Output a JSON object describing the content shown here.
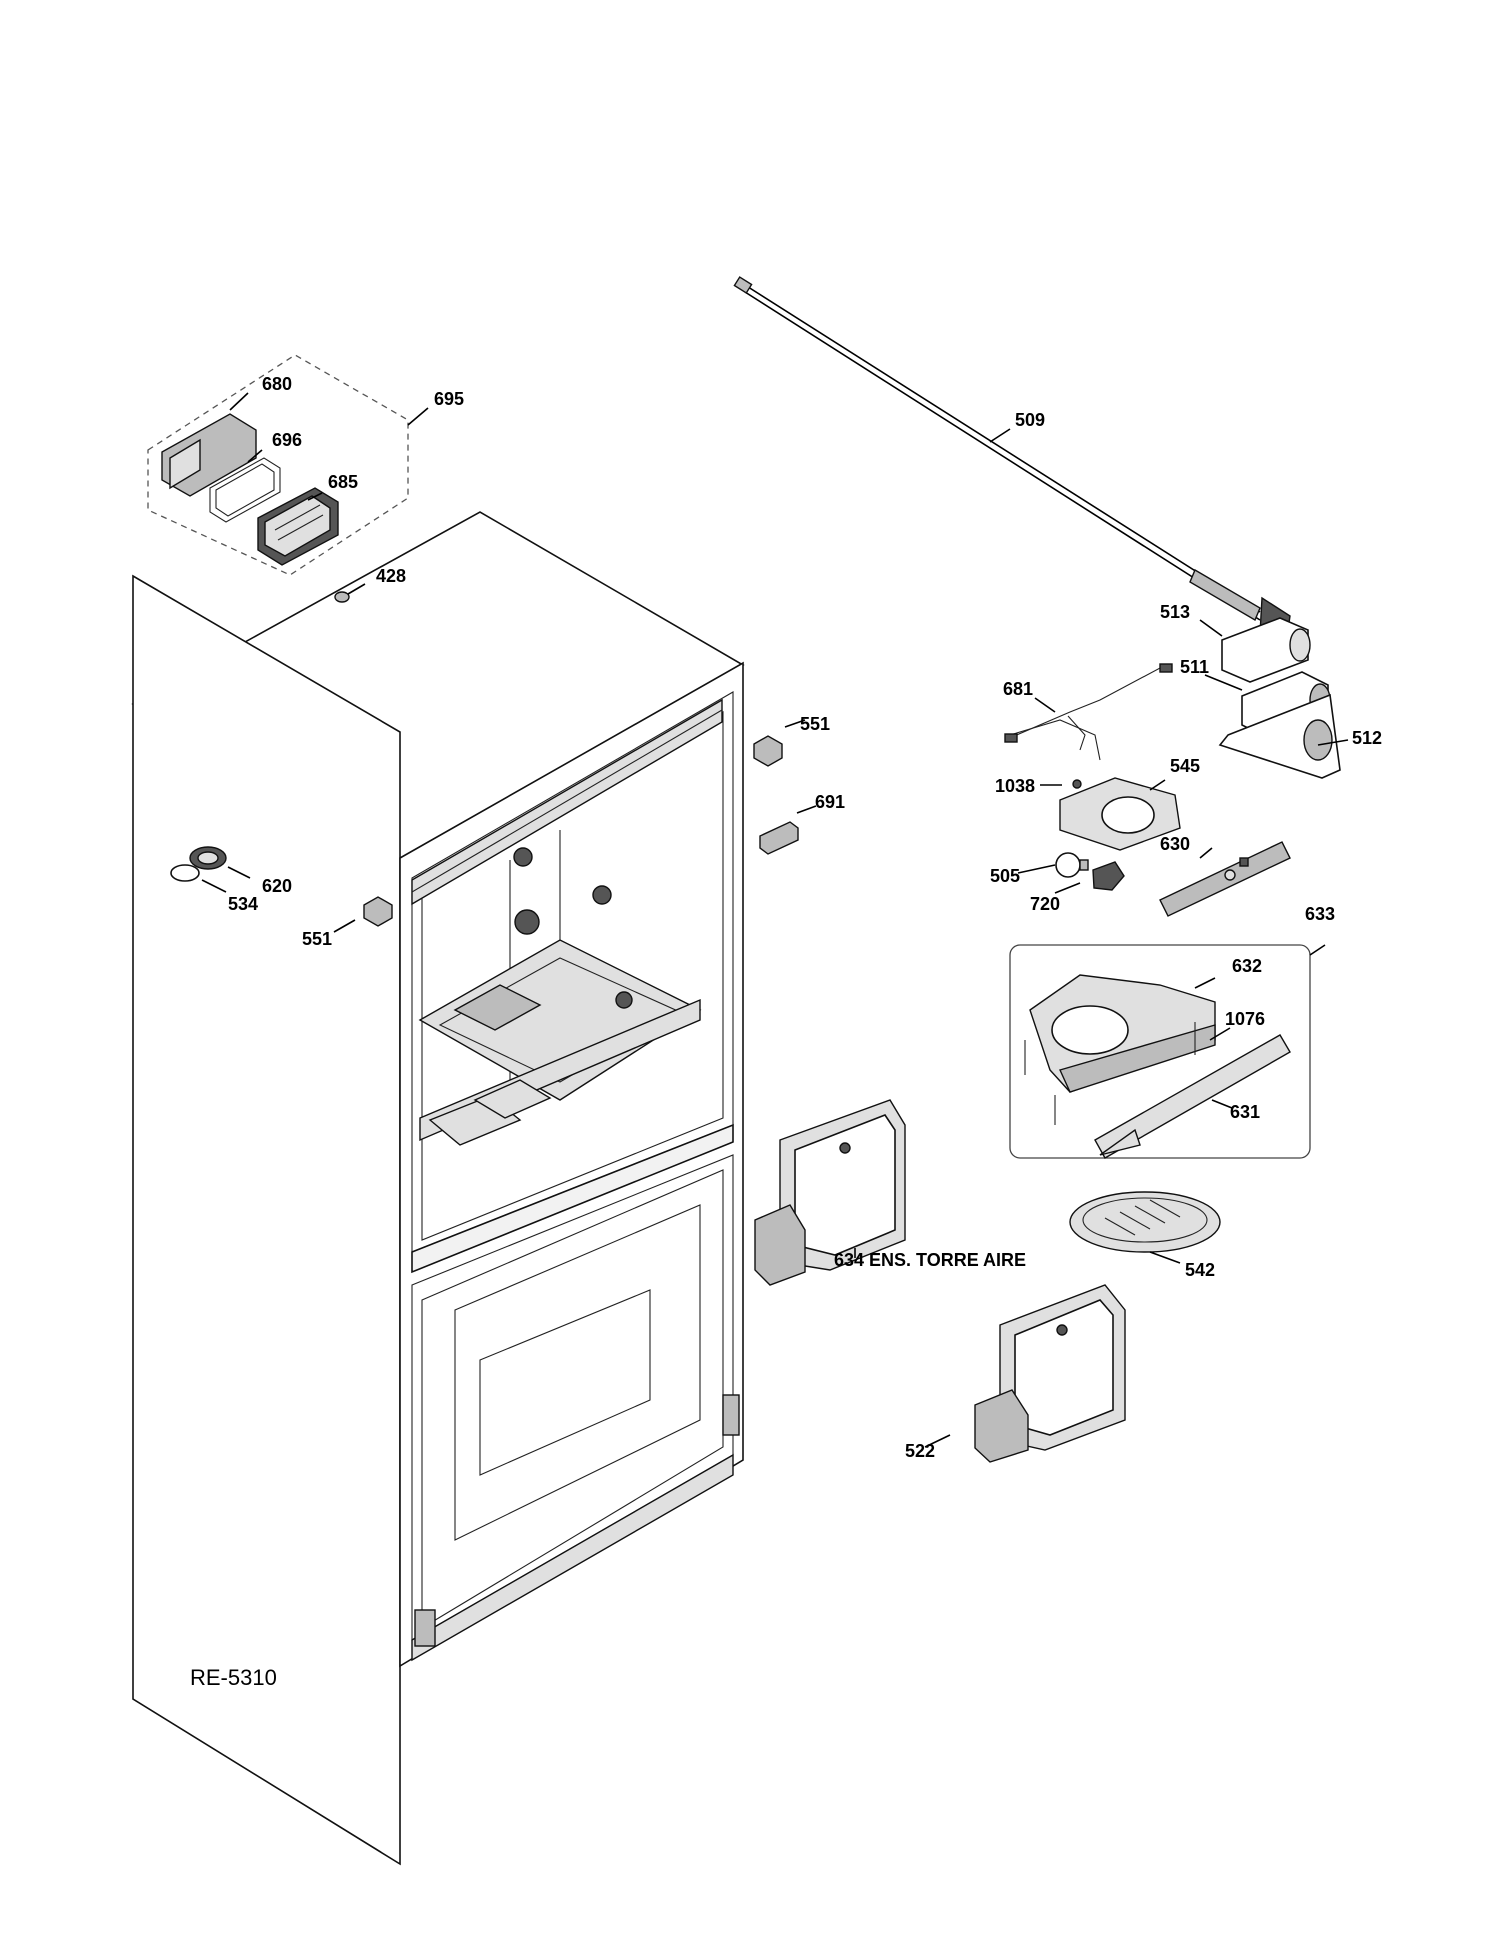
{
  "drawing_code": "RE-5310",
  "callouts": [
    {
      "id": "c680",
      "label": "680"
    },
    {
      "id": "c695",
      "label": "695"
    },
    {
      "id": "c696",
      "label": "696"
    },
    {
      "id": "c685",
      "label": "685"
    },
    {
      "id": "c428",
      "label": "428"
    },
    {
      "id": "c509",
      "label": "509"
    },
    {
      "id": "c513",
      "label": "513"
    },
    {
      "id": "c511",
      "label": "511"
    },
    {
      "id": "c512",
      "label": "512"
    },
    {
      "id": "c681",
      "label": "681"
    },
    {
      "id": "c551a",
      "label": "551"
    },
    {
      "id": "c691",
      "label": "691"
    },
    {
      "id": "c1038",
      "label": "1038"
    },
    {
      "id": "c545",
      "label": "545"
    },
    {
      "id": "c630",
      "label": "630"
    },
    {
      "id": "c505",
      "label": "505"
    },
    {
      "id": "c720",
      "label": "720"
    },
    {
      "id": "c633",
      "label": "633"
    },
    {
      "id": "c620",
      "label": "620"
    },
    {
      "id": "c534",
      "label": "534"
    },
    {
      "id": "c551b",
      "label": "551"
    },
    {
      "id": "c632",
      "label": "632"
    },
    {
      "id": "c1076",
      "label": "1076"
    },
    {
      "id": "c631",
      "label": "631"
    },
    {
      "id": "c634",
      "label": "634 ENS. TORRE AIRE"
    },
    {
      "id": "c542",
      "label": "542"
    },
    {
      "id": "c522",
      "label": "522"
    }
  ]
}
